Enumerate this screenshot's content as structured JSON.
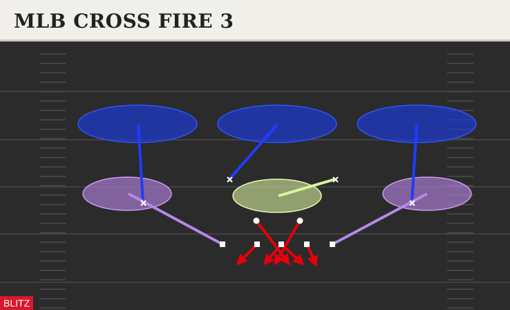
{
  "play": {
    "title": "MLB CROSS FIRE 3"
  },
  "badge": {
    "label": "BLITZ"
  },
  "colors": {
    "field": "#2b2b2b",
    "yard_line": "#474747",
    "hash": "#4d4d4d",
    "deep_zone": "#1f39c9",
    "flat_zone": "#b07fd8",
    "hook_zone": "#d5ee9b",
    "blitz": "#e3000b",
    "player": "#ffffff"
  },
  "diagram": {
    "zones": [
      "deep-zone-left",
      "deep-zone-middle",
      "deep-zone-right",
      "flat-zone-left",
      "hook-zone-middle",
      "flat-zone-right"
    ],
    "defenders": [
      "defender-left-end",
      "defender-left-tackle",
      "defender-nose",
      "defender-right-tackle",
      "defender-right-end",
      "linebacker-left",
      "linebacker-right"
    ],
    "reference_markers": [
      "offense-marker-left",
      "offense-marker-center",
      "offense-marker-right-hook",
      "offense-marker-left-flat",
      "offense-marker-right-flat"
    ],
    "blitz_paths": 6
  }
}
